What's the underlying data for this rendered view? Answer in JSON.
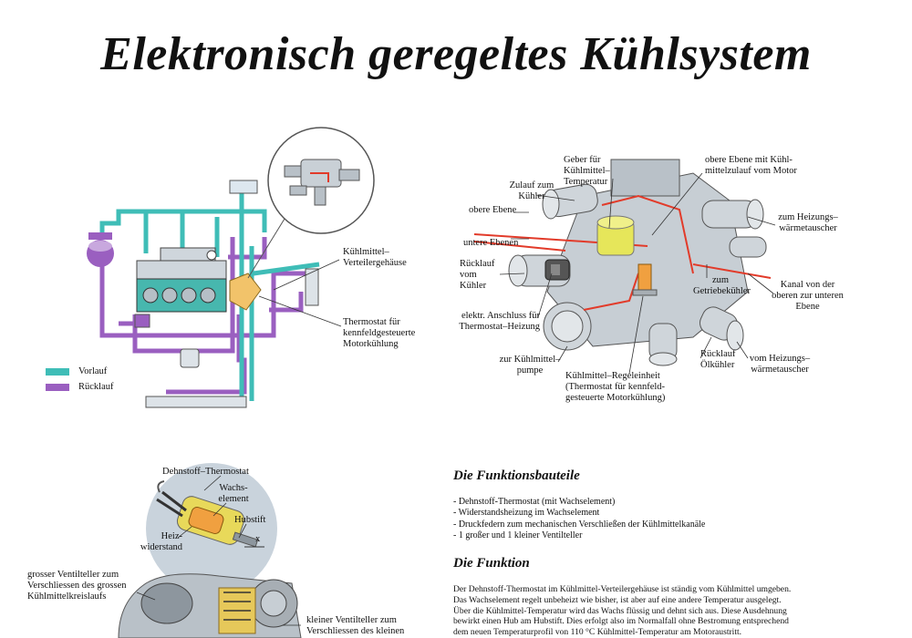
{
  "title": "Elektronisch geregeltes Kühlsystem",
  "colors": {
    "vorlauf": "#3fbdb7",
    "ruecklauf": "#9a5fc0",
    "engine": "#47b7ae",
    "highlight": "#e23b2a",
    "yellow": "#e6e65a",
    "orange": "#f0a040"
  },
  "legend": {
    "vorlauf": "Vorlauf",
    "ruecklauf": "Rücklauf"
  },
  "diagram1": {
    "labels": {
      "verteilergehaeuse": "Kühlmittel–Verteilergehäuse",
      "thermostat": "Thermostat für kennfeldgesteuerte Motorkühlung"
    }
  },
  "diagram2": {
    "labels": {
      "geber": "Geber für Kühlmittel–Temperatur",
      "obere_ebene_zulauf": "obere Ebene mit Kühl-mittelzulauf vom Motor",
      "zulauf_kuehler": "Zulauf zum Kühler",
      "obere_ebene": "obere Ebene",
      "untere_ebenen": "untere Ebenen",
      "heizungs_waermetauscher": "zum Heizungs–wärmetauscher",
      "ruecklauf_kuehler": "Rücklauf vom Kühler",
      "getriebekuehler": "zum Getriebekühler",
      "kanal": "Kanal von der oberen zur unteren Ebene",
      "anschluss": "elektr. Anschluss für Thermostat–Heizung",
      "pumpe": "zur Kühlmittel–pumpe",
      "regeleinheit": "Kühlmittel–Regeleinheit (Thermostat für kennfeld-gesteuerte Motorkühlung)",
      "ruecklauf_oelkuehler": "Rücklauf Ölkühler",
      "vom_heizungs": "vom Heizungs–wärmetauscher"
    }
  },
  "diagram3": {
    "labels": {
      "dehnstoff": "Dehnstoff–Thermostat",
      "wachselement": "Wachs-element",
      "hubstift": "Hubstift",
      "heizwiderstand": "Heiz-widerstand",
      "x": "x",
      "grosser_teller": "grosser Ventilteller zum Verschliessen des grossen Kühlmittelkreislaufs",
      "kleiner_teller": "kleiner Ventilteller zum Verschliessen des kleinen"
    }
  },
  "funktionsbauteile": {
    "heading": "Die Funktionsbauteile",
    "items": [
      "- Dehnstoff-Thermostat (mit Wachselement)",
      "- Widerstandsheizung im Wachselement",
      "- Druckfedern zum mechanischen Verschließen der Kühlmittelkanäle",
      "- 1 großer und 1 kleiner Ventilteller"
    ]
  },
  "funktion": {
    "heading": "Die Funktion",
    "lines": [
      "Der Dehnstoff-Thermostat im Kühlmittel-Verteilergehäuse ist ständig vom Kühlmittel umgeben.",
      "Das Wachselement regelt unbeheizt wie bisher, ist aber auf eine andere Temperatur ausgelegt.",
      "Über die Kühlmittel-Temperatur wird das Wachs flüssig und dehnt sich aus. Diese Ausdehnung",
      "bewirkt einen Hub am Hubstift. Dies erfolgt also im Normalfall ohne Bestromung entsprechend",
      "dem neuen Temperaturprofil von 110 °C Kühlmittel-Temperatur am Motoraustritt."
    ]
  }
}
